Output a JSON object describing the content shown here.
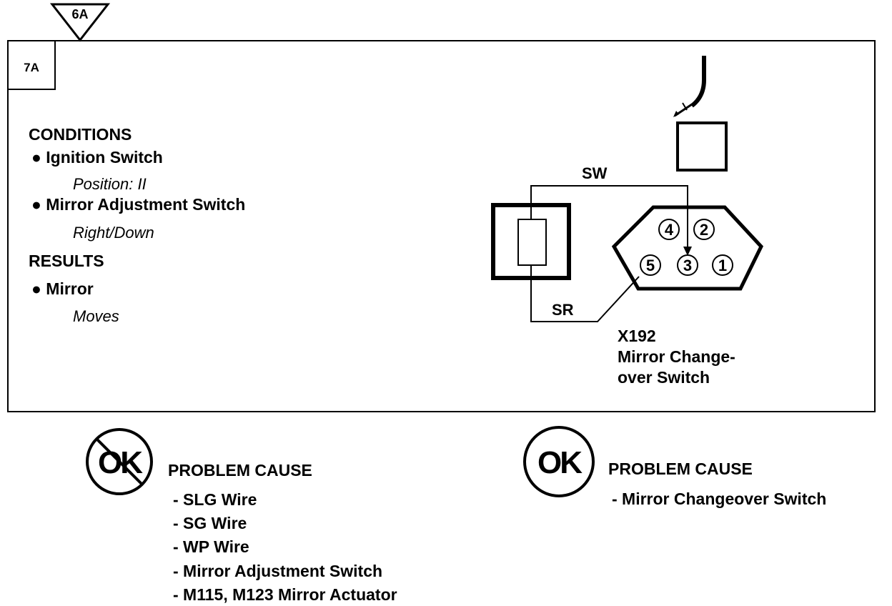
{
  "step_ref": {
    "prev_step": "6A",
    "this_step": "7A"
  },
  "conditions": {
    "heading": "CONDITIONS",
    "items": [
      {
        "label": "Ignition Switch",
        "detail": "Position: II"
      },
      {
        "label": "Mirror Adjustment Switch",
        "detail": "Right/Down"
      }
    ]
  },
  "results": {
    "heading": "RESULTS",
    "items": [
      {
        "label": "Mirror",
        "detail": "Moves"
      }
    ]
  },
  "diagram": {
    "wire_top": "SW",
    "wire_bottom": "SR",
    "pins": [
      "4",
      "2",
      "5",
      "3",
      "1"
    ],
    "connector_caption": [
      "X192",
      "Mirror Change-",
      "over Switch"
    ]
  },
  "not_ok": {
    "ok_glyph": "OK",
    "title": "PROBLEM CAUSE",
    "items": [
      "- SLG  Wire",
      "- SG  Wire",
      "- WP  Wire",
      "- Mirror Adjustment Switch",
      "- M115, M123 Mirror Actuator"
    ]
  },
  "ok": {
    "ok_glyph": "OK",
    "title": "PROBLEM CAUSE",
    "items": [
      "- Mirror Changeover Switch"
    ]
  }
}
